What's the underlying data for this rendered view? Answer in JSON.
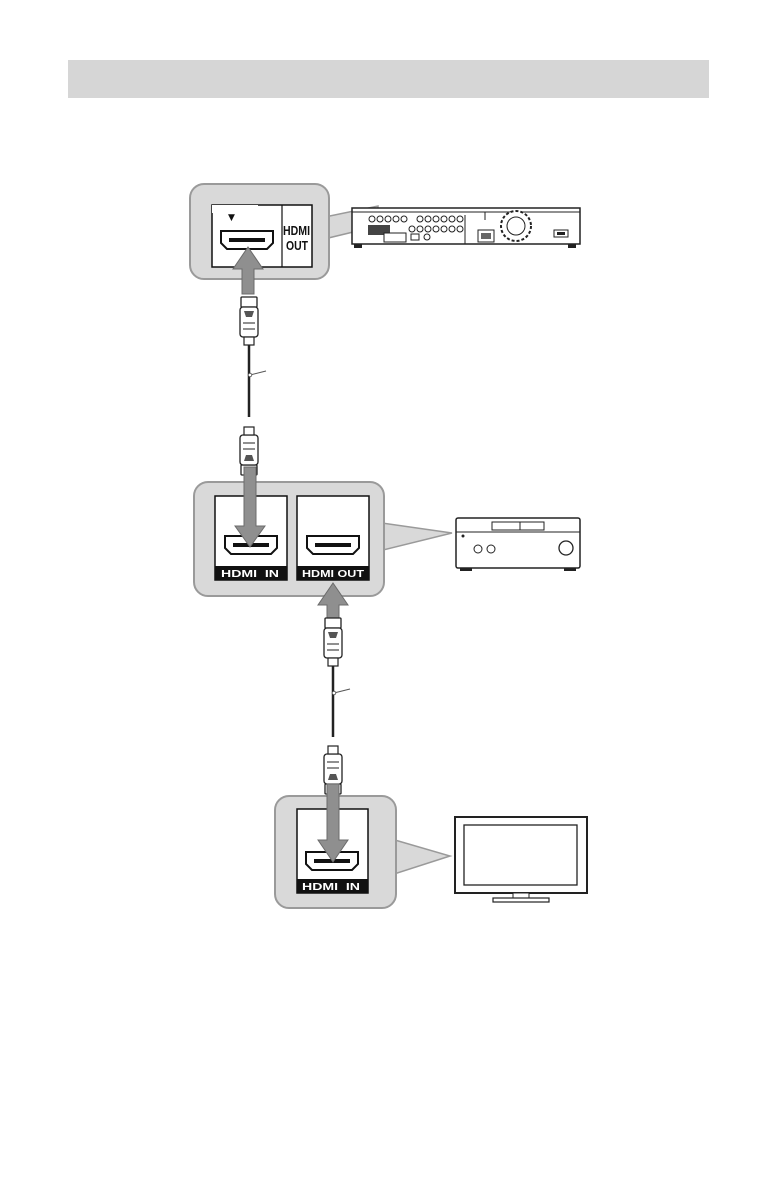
{
  "header": {
    "bar_color": "#d6d6d6"
  },
  "colors": {
    "callout_fill": "#d9d9d9",
    "callout_stroke": "#9a9a9a",
    "arrow_fill": "#8f8f8f",
    "arrow_stroke": "#6b6b6b",
    "line": "#222222"
  },
  "player": {
    "port_line1": "HDMI",
    "port_line2": "OUT",
    "marker": "▼"
  },
  "amplifier": {
    "port_in_label": "HDMI  IN",
    "port_out_label": "HDMI OUT"
  },
  "tv": {
    "port_in_label": "HDMI  IN"
  },
  "icons": [
    "arrow-up-icon",
    "arrow-down-icon",
    "hdmi-plug-icon",
    "hdmi-port-icon",
    "tv-icon",
    "av-amplifier-icon",
    "blu-ray-player-icon"
  ]
}
